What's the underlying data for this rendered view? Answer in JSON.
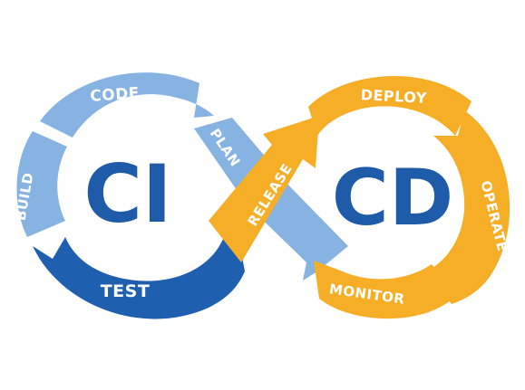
{
  "colors": {
    "ci_light": "#86B3E1",
    "ci_dark": "#1F5FB0",
    "ci_text": "#1E5CAA",
    "cd_orange": "#F7AE27",
    "cd_text": "#1E5CAA",
    "label": "#FFFFFF"
  },
  "diagram": {
    "ci_label": "CI",
    "cd_label": "CD",
    "stages": {
      "code": "CODE",
      "build": "BUILD",
      "test": "TEST",
      "plan": "PLAN",
      "release": "RELEASE",
      "deploy": "DEPLOY",
      "operate": "OPERATE",
      "monitor": "MONITOR"
    }
  }
}
